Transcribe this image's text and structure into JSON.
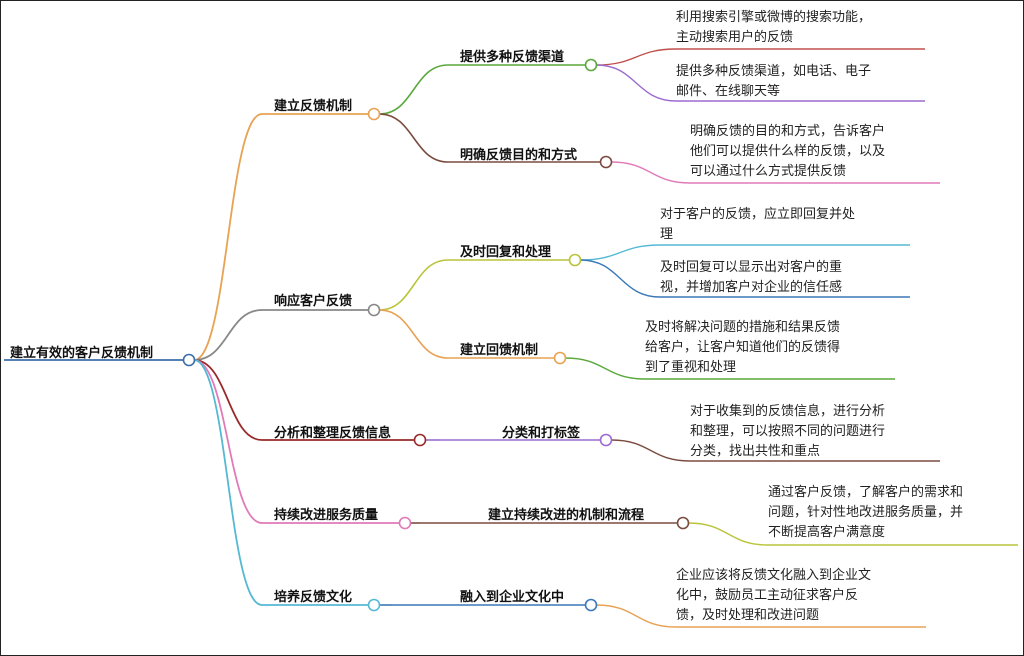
{
  "colors": {
    "root_line": "#3b6ea8",
    "orange": "#e8a253",
    "gray": "#888888",
    "maroon": "#9a2a2a",
    "pink": "#e07ab8",
    "cyan": "#55b9d4",
    "green": "#5aa83c",
    "brown": "#7b4b3f",
    "olive": "#b9c43a",
    "red": "#c0504d",
    "purple": "#9b6bd1",
    "blue": "#3a78b8",
    "node_fill": "#ffffff"
  },
  "root": {
    "label": "建立有效的客户反馈机制"
  },
  "branches": [
    {
      "label": "建立反馈机制",
      "color": "orange",
      "children": [
        {
          "label": "提供多种反馈渠道",
          "color": "green",
          "leaves": [
            {
              "lines": [
                "利用搜索引擎或微博的搜索功能，",
                "主动搜索用户的反馈"
              ],
              "color": "red"
            },
            {
              "lines": [
                "提供多种反馈渠道，如电话、电子",
                "邮件、在线聊天等"
              ],
              "color": "purple"
            }
          ]
        },
        {
          "label": "明确反馈目的和方式",
          "color": "brown",
          "leaves": [
            {
              "lines": [
                "明确反馈的目的和方式，告诉客户",
                "他们可以提供什么样的反馈，以及",
                "可以通过什么方式提供反馈"
              ],
              "color": "pink"
            }
          ]
        }
      ]
    },
    {
      "label": "响应客户反馈",
      "color": "gray",
      "children": [
        {
          "label": "及时回复和处理",
          "color": "olive",
          "leaves": [
            {
              "lines": [
                "对于客户的反馈，应立即回复并处",
                "理"
              ],
              "color": "cyan"
            },
            {
              "lines": [
                "及时回复可以显示出对客户的重",
                "视，并增加客户对企业的信任感"
              ],
              "color": "blue"
            }
          ]
        },
        {
          "label": "建立回馈机制",
          "color": "orange",
          "leaves": [
            {
              "lines": [
                "及时将解决问题的措施和结果反馈",
                "给客户，让客户知道他们的反馈得",
                "到了重视和处理"
              ],
              "color": "green"
            }
          ]
        }
      ]
    },
    {
      "label": "分析和整理反馈信息",
      "color": "maroon",
      "children": [
        {
          "label": "分类和打标签",
          "color": "purple",
          "leaves": [
            {
              "lines": [
                "对于收集到的反馈信息，进行分析",
                "和整理，可以按照不同的问题进行",
                "分类，找出共性和重点"
              ],
              "color": "brown"
            }
          ]
        }
      ]
    },
    {
      "label": "持续改进服务质量",
      "color": "pink",
      "children": [
        {
          "label": "建立持续改进的机制和流程",
          "color": "brown",
          "leaves": [
            {
              "lines": [
                "通过客户反馈，了解客户的需求和",
                "问题，针对性地改进服务质量，并",
                "不断提高客户满意度"
              ],
              "color": "olive"
            }
          ]
        }
      ]
    },
    {
      "label": "培养反馈文化",
      "color": "cyan",
      "children": [
        {
          "label": "融入到企业文化中",
          "color": "blue",
          "leaves": [
            {
              "lines": [
                "企业应该将反馈文化融入到企业文",
                "化中，鼓励员工主动征求客户反",
                "馈，及时处理和改进问题"
              ],
              "color": "orange"
            }
          ]
        }
      ]
    }
  ]
}
